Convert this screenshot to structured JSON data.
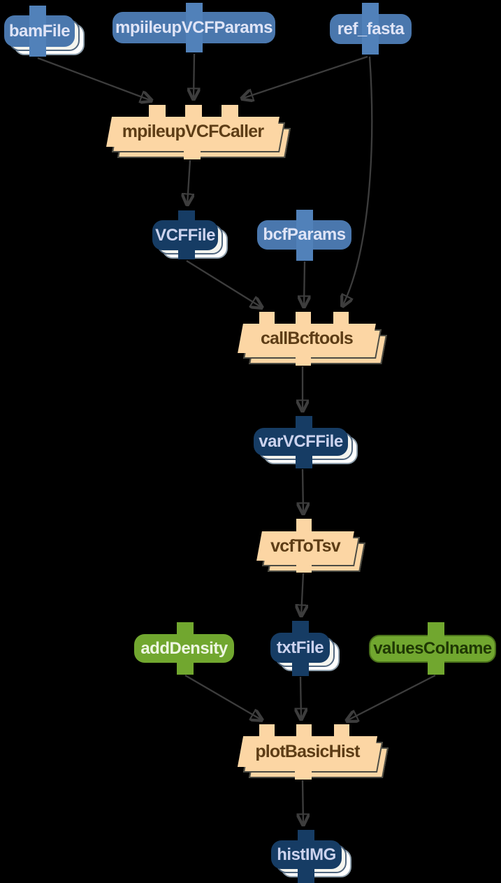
{
  "diagram": {
    "type": "workflow-dag",
    "background": "#000000",
    "edge_color": "#3d3d3d",
    "palette": {
      "input_param_blue": "#4a77ad",
      "file_navy": "#163c64",
      "input_param_green": "#71a72f",
      "task_peach": "#fcd6a4",
      "task_text_brown": "#5d3d16",
      "stack_layer_white": "#ffffff"
    },
    "nodes": [
      {
        "id": "bamFile",
        "label": "bamFile",
        "kind": "input-file-array",
        "color": "#4a77ad",
        "stacked": true
      },
      {
        "id": "mpiileupVCFParams",
        "label": "mpiileupVCFParams",
        "kind": "input-param",
        "color": "#4a77ad",
        "stacked": false
      },
      {
        "id": "ref_fasta",
        "label": "ref_fasta",
        "kind": "input-param",
        "color": "#4a77ad",
        "stacked": false
      },
      {
        "id": "mpileupVCFCaller",
        "label": "mpileupVCFCaller",
        "kind": "task-call",
        "color": "#fcd6a4",
        "stacked": true
      },
      {
        "id": "VCFFile",
        "label": "VCFFile",
        "kind": "file-array",
        "color": "#163c64",
        "stacked": true
      },
      {
        "id": "bcfParams",
        "label": "bcfParams",
        "kind": "input-param",
        "color": "#4a77ad",
        "stacked": false
      },
      {
        "id": "callBcftools",
        "label": "callBcftools",
        "kind": "task-call",
        "color": "#fcd6a4",
        "stacked": true
      },
      {
        "id": "varVCFFile",
        "label": "varVCFFile",
        "kind": "file-array",
        "color": "#163c64",
        "stacked": true
      },
      {
        "id": "vcfToTsv",
        "label": "vcfToTsv",
        "kind": "task-call",
        "color": "#fcd6a4",
        "stacked": true
      },
      {
        "id": "addDensity",
        "label": "addDensity",
        "kind": "input-param",
        "color": "#71a72f",
        "stacked": false
      },
      {
        "id": "txtFile",
        "label": "txtFile",
        "kind": "file-array",
        "color": "#163c64",
        "stacked": true
      },
      {
        "id": "valuesColname",
        "label": "valuesColname",
        "kind": "input-param",
        "color": "#71a72f",
        "stacked": false
      },
      {
        "id": "plotBasicHist",
        "label": "plotBasicHist",
        "kind": "task-call",
        "color": "#fcd6a4",
        "stacked": true
      },
      {
        "id": "histIMG",
        "label": "histIMG",
        "kind": "output-file",
        "color": "#163c64",
        "stacked": true
      }
    ],
    "edges": [
      {
        "from": "bamFile",
        "to": "mpileupVCFCaller"
      },
      {
        "from": "mpiileupVCFParams",
        "to": "mpileupVCFCaller"
      },
      {
        "from": "ref_fasta",
        "to": "mpileupVCFCaller"
      },
      {
        "from": "ref_fasta",
        "to": "callBcftools"
      },
      {
        "from": "mpileupVCFCaller",
        "to": "VCFFile"
      },
      {
        "from": "VCFFile",
        "to": "callBcftools"
      },
      {
        "from": "bcfParams",
        "to": "callBcftools"
      },
      {
        "from": "callBcftools",
        "to": "varVCFFile"
      },
      {
        "from": "varVCFFile",
        "to": "vcfToTsv"
      },
      {
        "from": "vcfToTsv",
        "to": "txtFile"
      },
      {
        "from": "addDensity",
        "to": "plotBasicHist"
      },
      {
        "from": "txtFile",
        "to": "plotBasicHist"
      },
      {
        "from": "valuesColname",
        "to": "plotBasicHist"
      },
      {
        "from": "plotBasicHist",
        "to": "histIMG"
      }
    ]
  }
}
